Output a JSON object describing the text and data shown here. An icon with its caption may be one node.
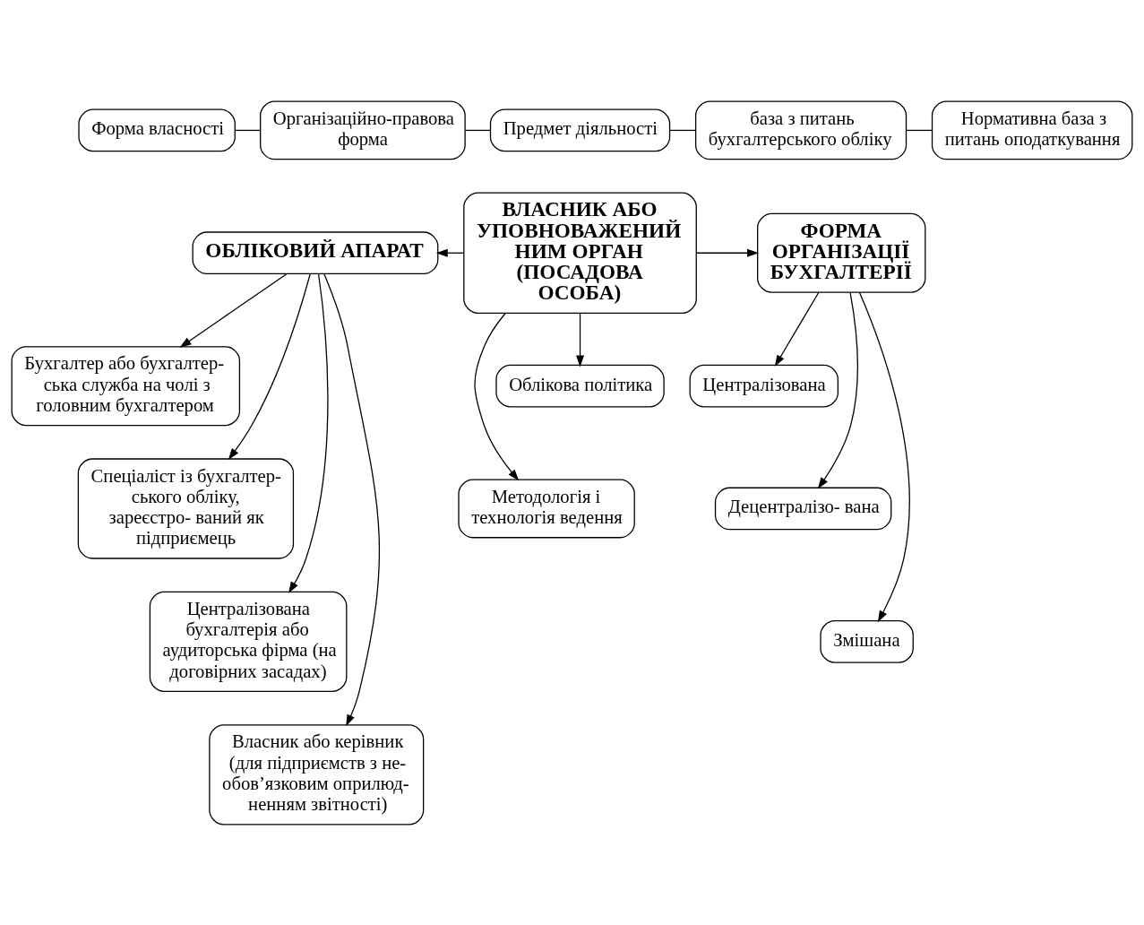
{
  "diagram": {
    "nodes": [
      {
        "text": [
          "Форма власності"
        ]
      },
      {
        "text": [
          "Організаційно-правова форма"
        ]
      },
      {
        "text": [
          "Предмет діяльності"
        ]
      },
      {
        "text": [
          "база з питань бухгалтерського обліку"
        ]
      },
      {
        "text": [
          "Нормативна база з питань оподаткування"
        ]
      },
      {
        "text": [
          "ОБЛІКОВИЙ АПАРАТ"
        ]
      },
      {
        "text": [
          "ВЛАСНИК АБО УПОВНОВАЖЕНИЙ НИМ ОРГАН (ПОСАДОВА ОСОБА)"
        ]
      },
      {
        "text": [
          "ФОРМА ОРГАНІЗАЦІЇ БУХГАЛТЕРІЇ"
        ]
      },
      {
        "text": [
          "Бухгалтер або бухгалтер- ська служба на чолі з головним бухгалтером"
        ]
      },
      {
        "text": [
          "Спеціаліст із бухгалтер- ського обліку, зареєстро- ваний як підприємець"
        ]
      },
      {
        "text": [
          "Централізована бухгалтерія або аудиторська фірма (на договірних засадах)"
        ]
      },
      {
        "text": [
          "Власник або керівник (для підприємств з не- обов’язковим оприлюд- ненням звітності)"
        ]
      },
      {
        "text": [
          "Облікова політика"
        ]
      },
      {
        "text": [
          "Методологія і технологія ведення"
        ]
      },
      {
        "text": [
          "Централізована"
        ]
      },
      {
        "text": [
          "Децентралізо- вана"
        ]
      },
      {
        "text": [
          "Змішана"
        ]
      }
    ],
    "edges": [
      {
        "from": 0,
        "to": 1,
        "arrow": "none"
      },
      {
        "from": 1,
        "to": 2,
        "arrow": "none"
      },
      {
        "from": 2,
        "to": 3,
        "arrow": "none"
      },
      {
        "from": 3,
        "to": 4,
        "arrow": "none"
      },
      {
        "from": 6,
        "to": 5,
        "arrow": "to"
      },
      {
        "from": 6,
        "to": 7,
        "arrow": "to"
      },
      {
        "from": 5,
        "to": 8,
        "arrow": "to"
      },
      {
        "from": 5,
        "to": 9,
        "arrow": "to"
      },
      {
        "from": 5,
        "to": 10,
        "arrow": "to"
      },
      {
        "from": 5,
        "to": 11,
        "arrow": "to"
      },
      {
        "from": 6,
        "to": 12,
        "arrow": "to"
      },
      {
        "from": 6,
        "to": 13,
        "arrow": "to"
      },
      {
        "from": 7,
        "to": 14,
        "arrow": "to"
      },
      {
        "from": 7,
        "to": 15,
        "arrow": "to"
      },
      {
        "from": 7,
        "to": 16,
        "arrow": "to"
      }
    ]
  }
}
